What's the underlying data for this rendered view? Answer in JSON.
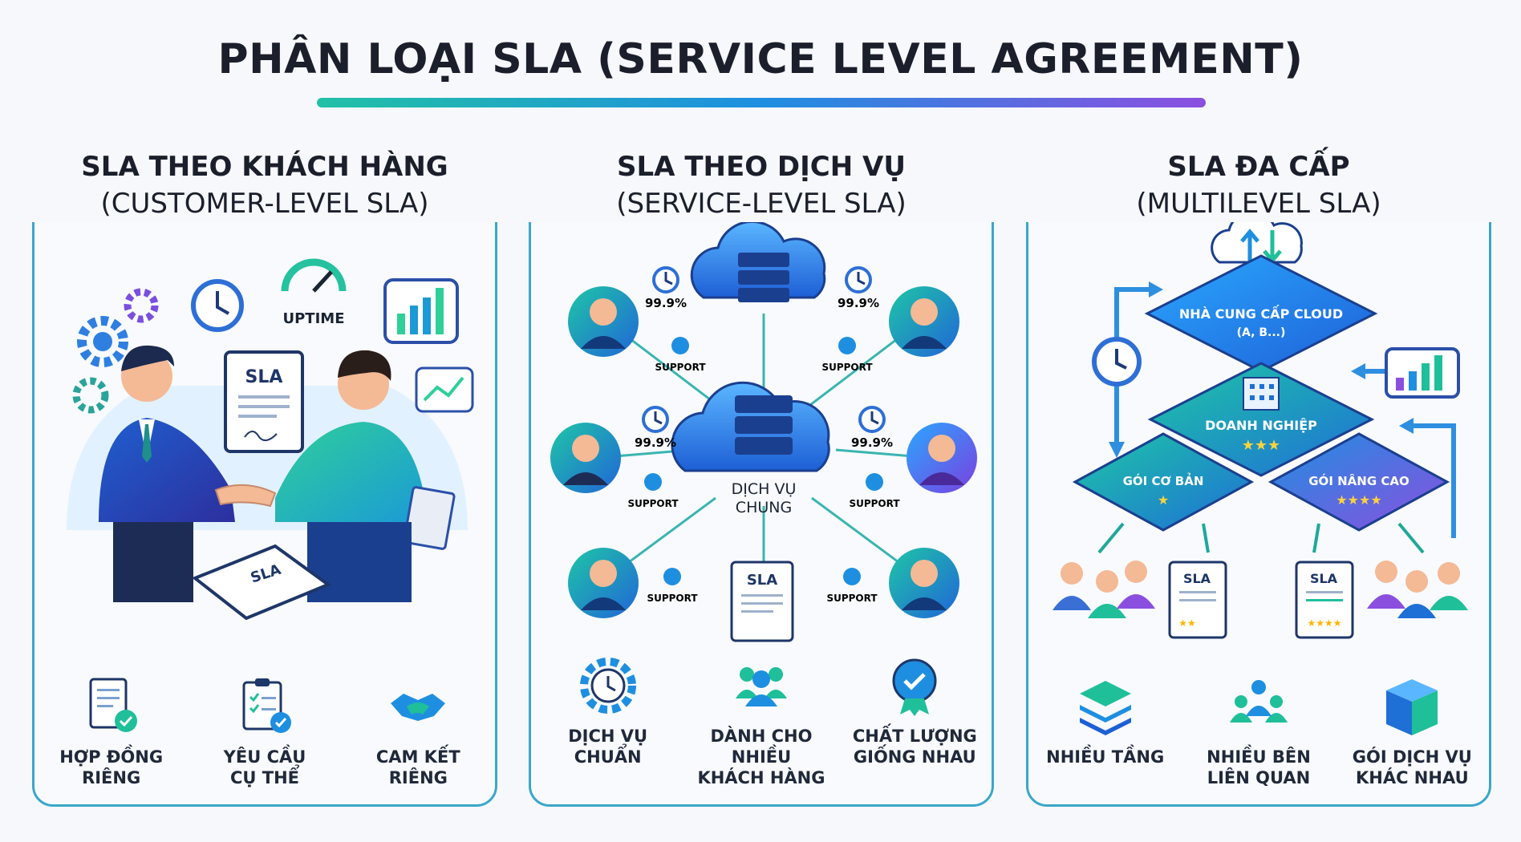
{
  "title": "PHÂN LOẠI SLA (SERVICE LEVEL AGREEMENT)",
  "colors": {
    "teal": "#22c1a6",
    "blue": "#1e8fe0",
    "purple": "#8b4fe0",
    "border": "#3aa7c9"
  },
  "panels": [
    {
      "title": "SLA THEO KHÁCH HÀNG",
      "subtitle": "(CUSTOMER-LEVEL SLA)",
      "illustration": {
        "uptime_label": "UPTIME",
        "doc_label": "SLA",
        "paper_label": "SLA"
      },
      "features": [
        {
          "icon": "contract-icon",
          "label": "HỢP ĐỒNG\nRIÊNG"
        },
        {
          "icon": "checklist-icon",
          "label": "YÊU CẦU\nCỤ THỂ"
        },
        {
          "icon": "handshake-icon",
          "label": "CAM KẾT\nRIÊNG"
        }
      ]
    },
    {
      "title": "SLA THEO DỊCH VỤ",
      "subtitle": "(SERVICE-LEVEL SLA)",
      "illustration": {
        "uptime": "99.9%",
        "support": "SUPPORT",
        "center_label": "DỊCH VỤ\nCHUNG",
        "doc_label": "SLA"
      },
      "features": [
        {
          "icon": "gear-clock-icon",
          "label": "DỊCH VỤ\nCHUẨN"
        },
        {
          "icon": "group-icon",
          "label": "DÀNH CHO NHIỀU\nKHÁCH HÀNG"
        },
        {
          "icon": "badge-check-icon",
          "label": "CHẤT LƯỢNG\nGIỐNG NHAU"
        }
      ]
    },
    {
      "title": "SLA ĐA CẤP",
      "subtitle": "(MULTILEVEL SLA)",
      "illustration": {
        "provider": "NHÀ CUNG CẤP CLOUD",
        "provider_sub": "(A, B...)",
        "enterprise": "DOANH NGHIỆP",
        "basic": "GÓI CƠ BẢN",
        "advanced": "GÓI NÂNG CAO",
        "doc_label": "SLA"
      },
      "features": [
        {
          "icon": "layers-icon",
          "label": "NHIỀU TẦNG"
        },
        {
          "icon": "stakeholders-icon",
          "label": "NHIỀU BÊN\nLIÊN QUAN"
        },
        {
          "icon": "package-icon",
          "label": "GÓI DỊCH VỤ\nKHÁC NHAU"
        }
      ]
    }
  ]
}
